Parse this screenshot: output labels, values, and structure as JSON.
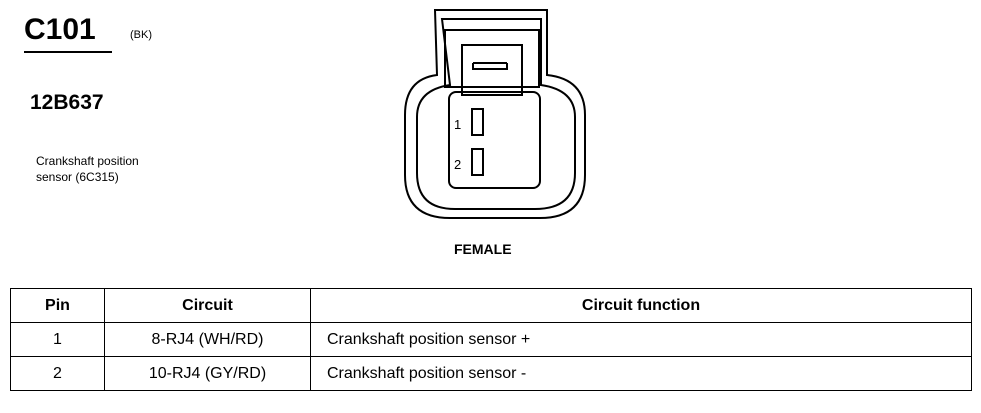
{
  "connector": {
    "id": "C101",
    "color_code": "(BK)",
    "part_number": "12B637",
    "description_line1": "Crankshaft position",
    "description_line2": "sensor (6C315)",
    "gender": "FEMALE",
    "pin_labels": [
      "1",
      "2"
    ]
  },
  "table": {
    "headers": {
      "pin": "Pin",
      "circuit": "Circuit",
      "function": "Circuit function"
    },
    "rows": [
      {
        "pin": "1",
        "circuit": "8-RJ4 (WH/RD)",
        "function": "Crankshaft position sensor  +"
      },
      {
        "pin": "2",
        "circuit": "10-RJ4 (GY/RD)",
        "function": "Crankshaft position sensor  -"
      }
    ]
  },
  "colors": {
    "line": "#000000",
    "background": "#ffffff"
  }
}
